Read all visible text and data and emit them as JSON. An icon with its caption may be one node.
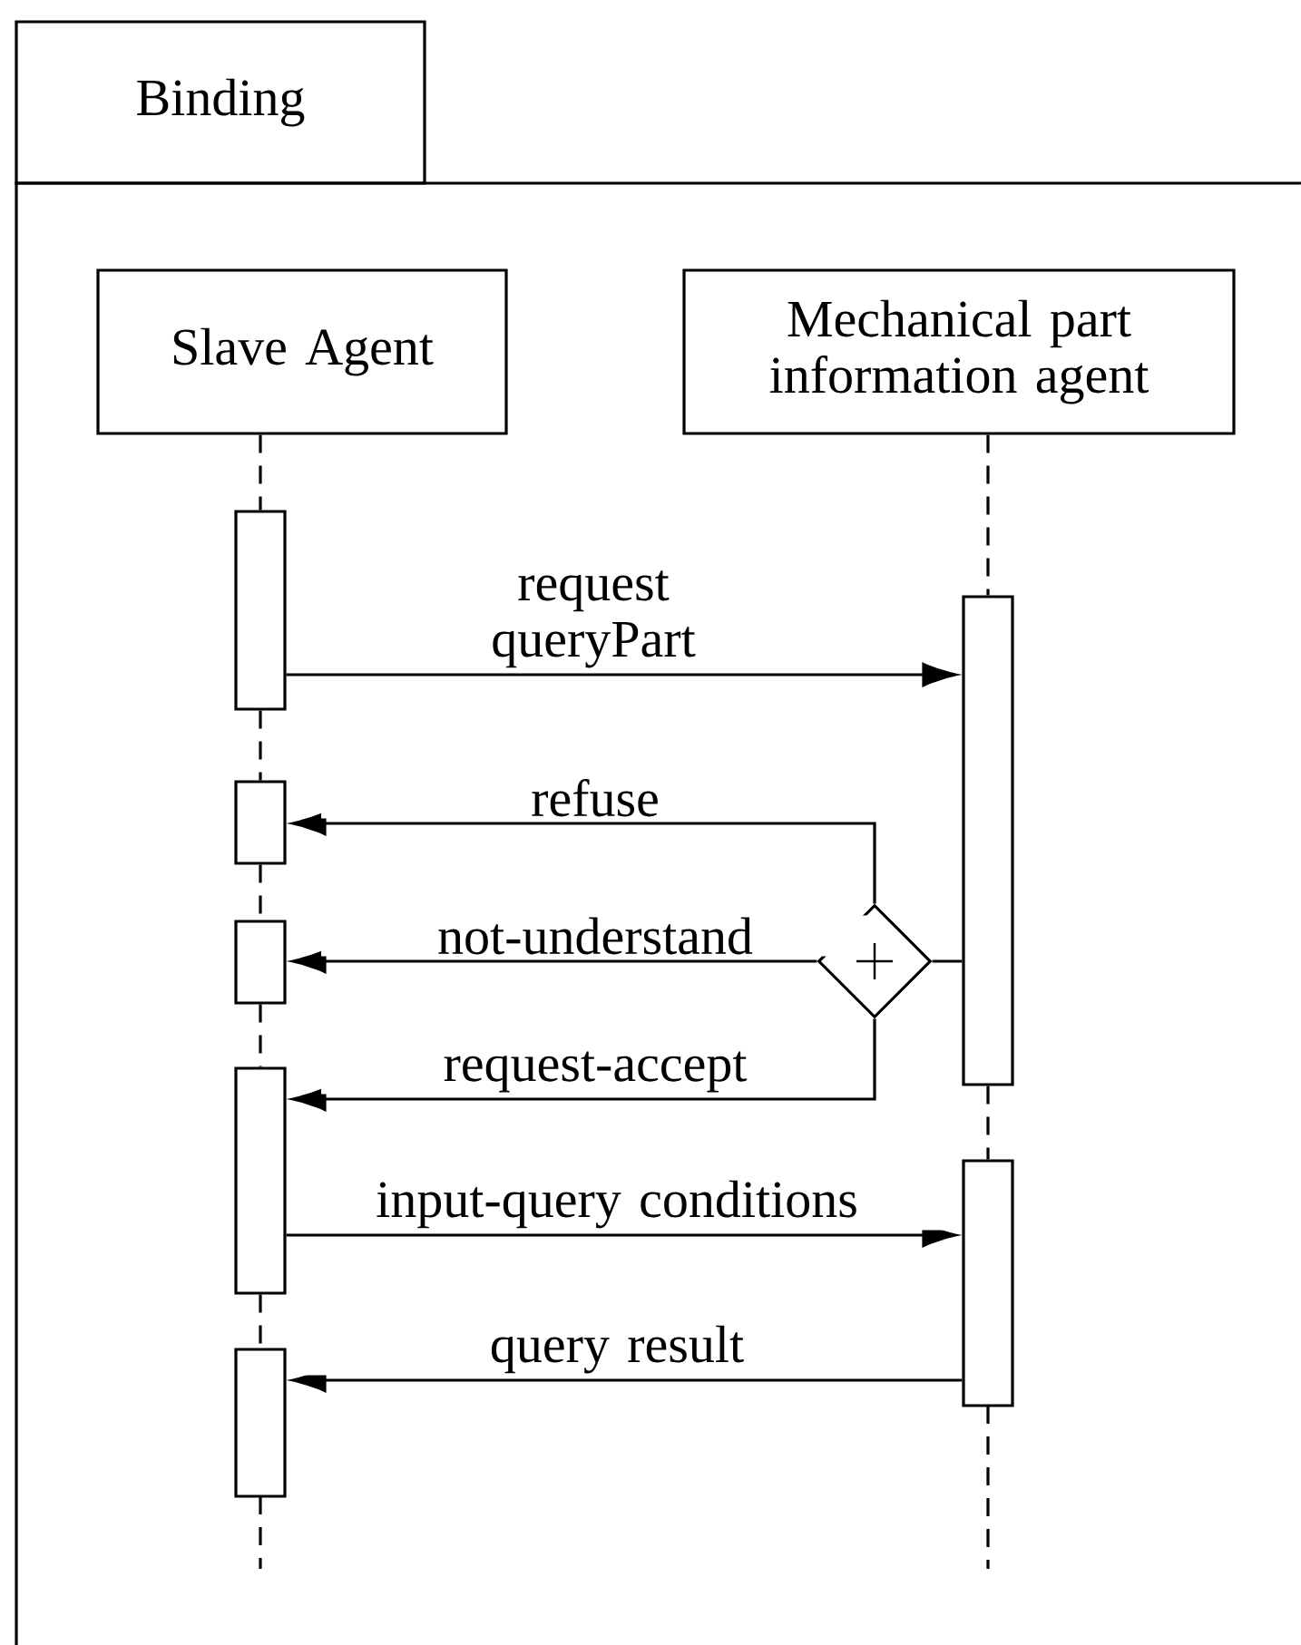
{
  "diagram": {
    "nodes": [
      {
        "text": [
          "Binding"
        ]
      },
      {
        "text": [
          "Slave Agent"
        ],
        "in": 0
      },
      {
        "text": [
          "Mechanical part information agent"
        ],
        "in": 0
      },
      {
        "text": [],
        "shape": "bar",
        "in": 0
      },
      {
        "text": [],
        "shape": "bar",
        "in": 0
      },
      {
        "text": [],
        "shape": "bar",
        "in": 0
      },
      {
        "text": [],
        "shape": "diamond",
        "in": 0
      },
      {
        "text": [],
        "shape": "bar",
        "in": 0
      },
      {
        "text": [],
        "shape": "bar",
        "in": 0
      },
      {
        "text": [],
        "shape": "bar",
        "in": 0
      },
      {
        "text": [],
        "shape": "bar",
        "in": 0
      }
    ],
    "edges": [
      {
        "from": 1,
        "to": 3,
        "arrow": "none",
        "style": "dashed"
      },
      {
        "from": 3,
        "to": 5,
        "arrow": "none",
        "style": "dashed"
      },
      {
        "from": 5,
        "to": 7,
        "arrow": "none",
        "style": "dashed"
      },
      {
        "from": 7,
        "to": 8,
        "arrow": "none",
        "style": "dashed"
      },
      {
        "from": 8,
        "to": 10,
        "arrow": "none",
        "style": "dashed"
      },
      {
        "from": 2,
        "to": 4,
        "arrow": "none",
        "style": "dashed"
      },
      {
        "from": 4,
        "to": 9,
        "arrow": "none",
        "style": "dashed"
      },
      {
        "from": 3,
        "to": 4,
        "arrow": "to",
        "label": "request queryPart"
      },
      {
        "from": 4,
        "to": 6,
        "arrow": "none"
      },
      {
        "from": 6,
        "to": 5,
        "arrow": "to",
        "label": "refuse"
      },
      {
        "from": 6,
        "to": 7,
        "arrow": "to",
        "label": "not-understand"
      },
      {
        "from": 6,
        "to": 8,
        "arrow": "to",
        "label": "request-accept"
      },
      {
        "from": 8,
        "to": 9,
        "arrow": "to",
        "label": "input-query conditions"
      },
      {
        "from": 9,
        "to": 10,
        "arrow": "to",
        "label": "query result"
      }
    ]
  }
}
